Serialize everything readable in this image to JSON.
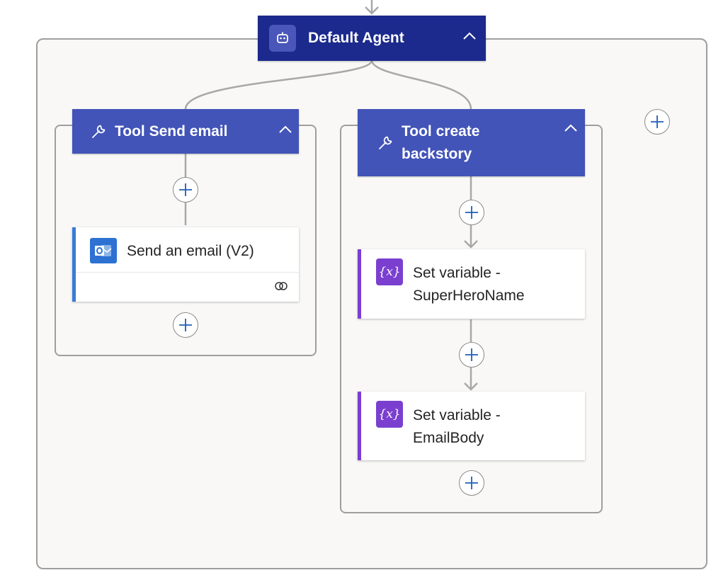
{
  "agent": {
    "title": "Default Agent",
    "icon": "robot-icon",
    "color": "#1b2a8c"
  },
  "tool_send_email": {
    "title": "Tool Send email",
    "icon": "wrench-icon",
    "color": "#4254b8",
    "action": {
      "title": "Send an email (V2)",
      "icon": "outlook-icon",
      "accent": "#3a7bd5",
      "footer_icon": "link-icon"
    }
  },
  "tool_backstory": {
    "title_line1": "Tool create",
    "title_line2": "backstory",
    "icon": "wrench-icon",
    "color": "#4254b8",
    "actions": [
      {
        "title_line1": "Set variable -",
        "title_line2": "SuperHeroName",
        "icon_text": "{x}",
        "accent": "#7b3fd0"
      },
      {
        "title_line1": "Set variable -",
        "title_line2": "EmailBody",
        "icon_text": "{x}",
        "accent": "#7b3fd0"
      }
    ]
  },
  "colors": {
    "plus": "#1f5fb8",
    "connector": "#a8a8a8"
  }
}
